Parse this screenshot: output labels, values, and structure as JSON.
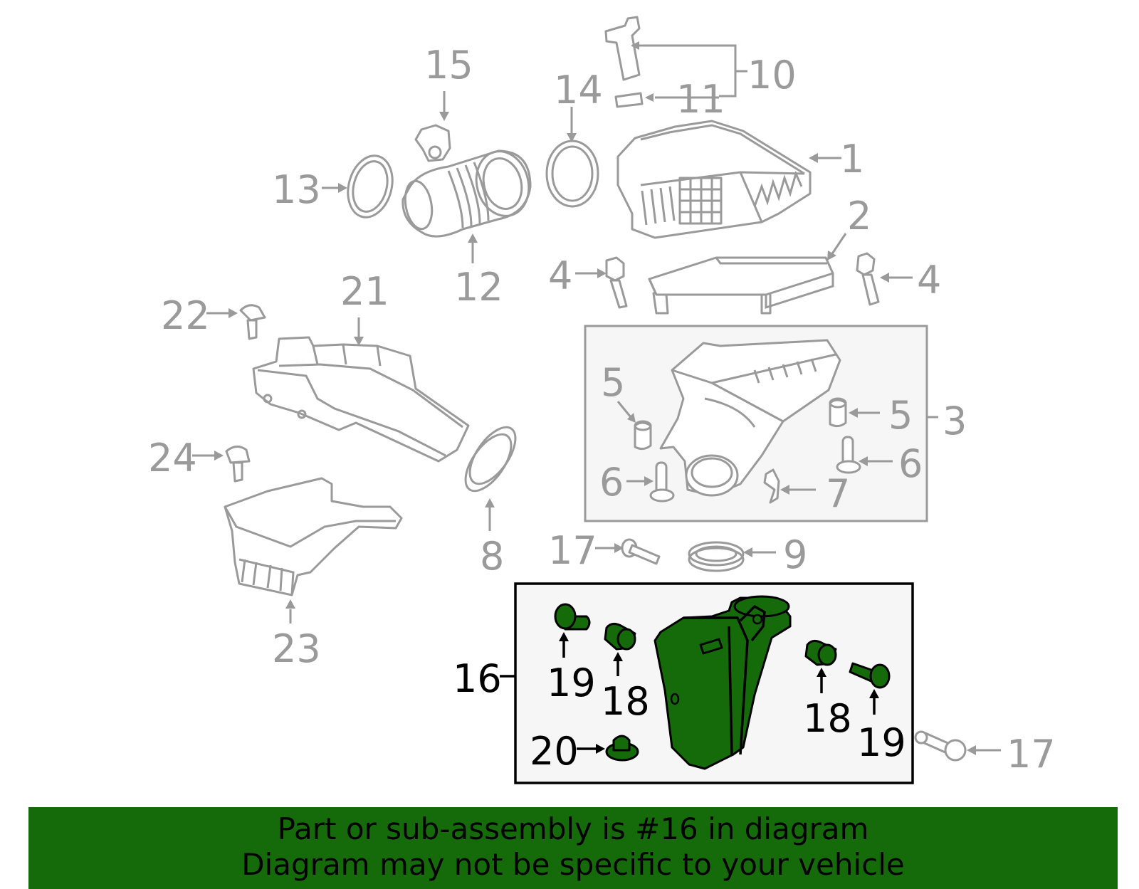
{
  "callouts": {
    "c1": "1",
    "c2": "2",
    "c3": "3",
    "c4a": "4",
    "c4b": "4",
    "c5a": "5",
    "c5b": "5",
    "c6a": "6",
    "c6b": "6",
    "c7": "7",
    "c8": "8",
    "c9": "9",
    "c10": "10",
    "c11": "11",
    "c12": "12",
    "c13": "13",
    "c14": "14",
    "c15": "15",
    "c16": "16",
    "c17a": "17",
    "c17b": "17",
    "c18a": "18",
    "c18b": "18",
    "c19a": "19",
    "c19b": "19",
    "c20": "20",
    "c21": "21",
    "c22": "22",
    "c23": "23",
    "c24": "24"
  },
  "banner": {
    "line1": "Part or sub-assembly is #16 in diagram",
    "line2": "Diagram may not be specific to your vehicle"
  },
  "colors": {
    "highlight": "#156b0a",
    "parts_gray": "#9a9a9a",
    "box_gray": "#f6f6f6"
  }
}
